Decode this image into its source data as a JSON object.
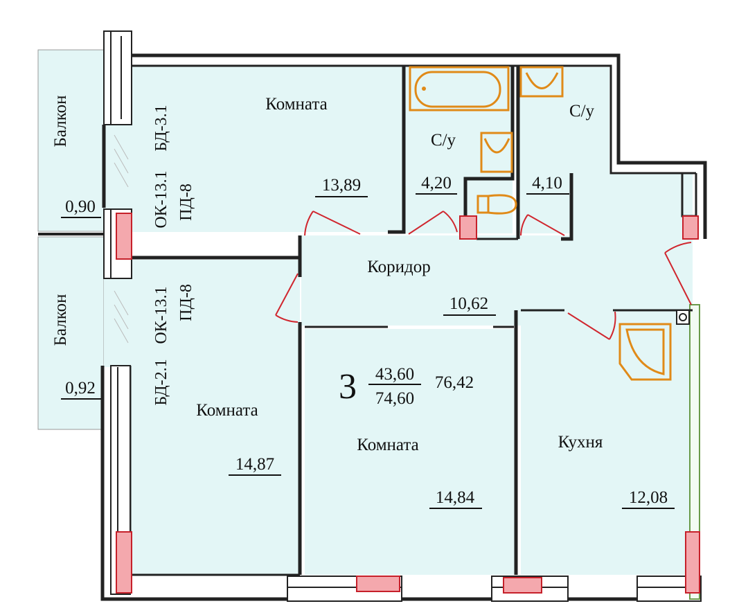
{
  "rooms": {
    "room_top": {
      "name": "Комната",
      "area": "13,89"
    },
    "bath_1": {
      "name": "С/у",
      "area": "4,20"
    },
    "bath_2": {
      "name": "С/у",
      "area": "4,10"
    },
    "corridor": {
      "name": "Коридор",
      "area": "10,62"
    },
    "room_left": {
      "name": "Комната",
      "area": "14,87"
    },
    "room_center": {
      "name": "Комната",
      "area": "14,84"
    },
    "kitchen": {
      "name": "Кухня",
      "area": "12,08"
    }
  },
  "balconies": [
    {
      "name": "Балкон",
      "area": "0,90"
    },
    {
      "name": "Балкон",
      "area": "0,92"
    }
  ],
  "apartment": {
    "rooms_count": "3",
    "living_area": "43,60",
    "total_area": "74,60",
    "total_with_balconies": "76,42"
  },
  "codes": {
    "top_outer": "ОК-13.1",
    "top_door": "БД-3.1",
    "top_sill": "ПД-8",
    "bottom_outer": "ОК-13.1",
    "bottom_sill": "ПД-8",
    "bottom_door": "БД-2.1"
  },
  "colors": {
    "room_fill": "#e3f6f6",
    "wall": "#222222",
    "door": "#d0262e",
    "vent_fill": "#f4a8ad",
    "plumbing": "#e08a18"
  }
}
